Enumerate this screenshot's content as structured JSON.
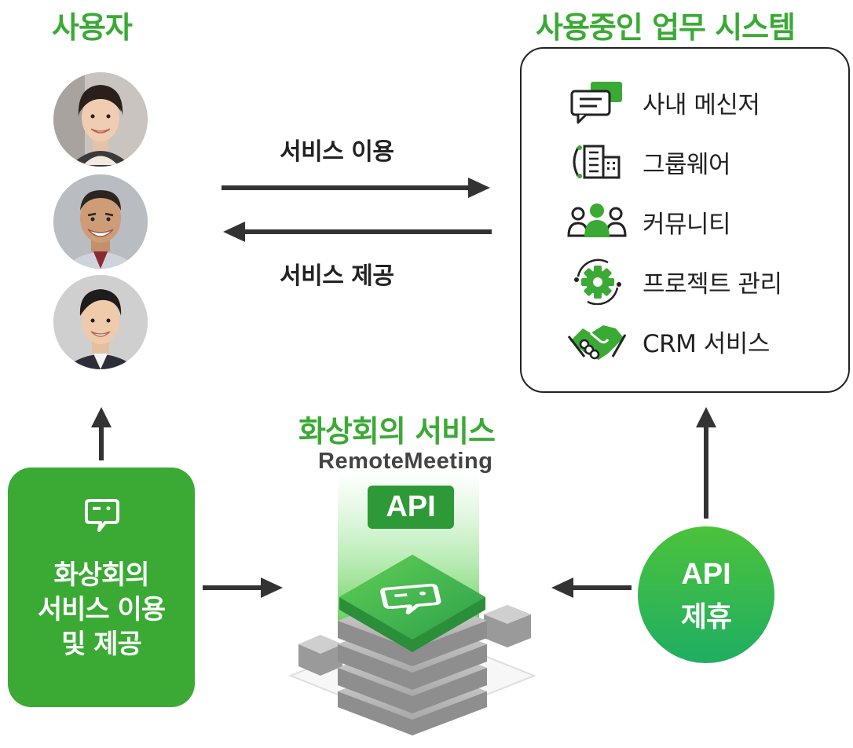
{
  "users": {
    "title": "사용자"
  },
  "systems": {
    "title": "사용중인 업무 시스템",
    "items": [
      {
        "label": "사내 메신저",
        "icon": "messenger-icon"
      },
      {
        "label": "그룹웨어",
        "icon": "groupware-icon"
      },
      {
        "label": "커뮤니티",
        "icon": "community-icon"
      },
      {
        "label": "프로젝트 관리",
        "icon": "project-gear-icon"
      },
      {
        "label": "CRM 서비스",
        "icon": "handshake-icon"
      }
    ]
  },
  "flows": {
    "use_label": "서비스 이용",
    "provide_label": "서비스 제공"
  },
  "center": {
    "title": "화상회의 서비스",
    "brand": "RemoteMeeting",
    "badge": "API"
  },
  "left_box": {
    "lines": [
      "화상회의",
      "서비스 이용",
      "및 제공"
    ]
  },
  "api_circle": {
    "line1": "API",
    "line2": "제휴"
  },
  "colors": {
    "brand_green": "#3aaa35",
    "dark": "#222222",
    "api_gradient_top": "#4cc23b",
    "api_gradient_bottom": "#1fae63"
  }
}
